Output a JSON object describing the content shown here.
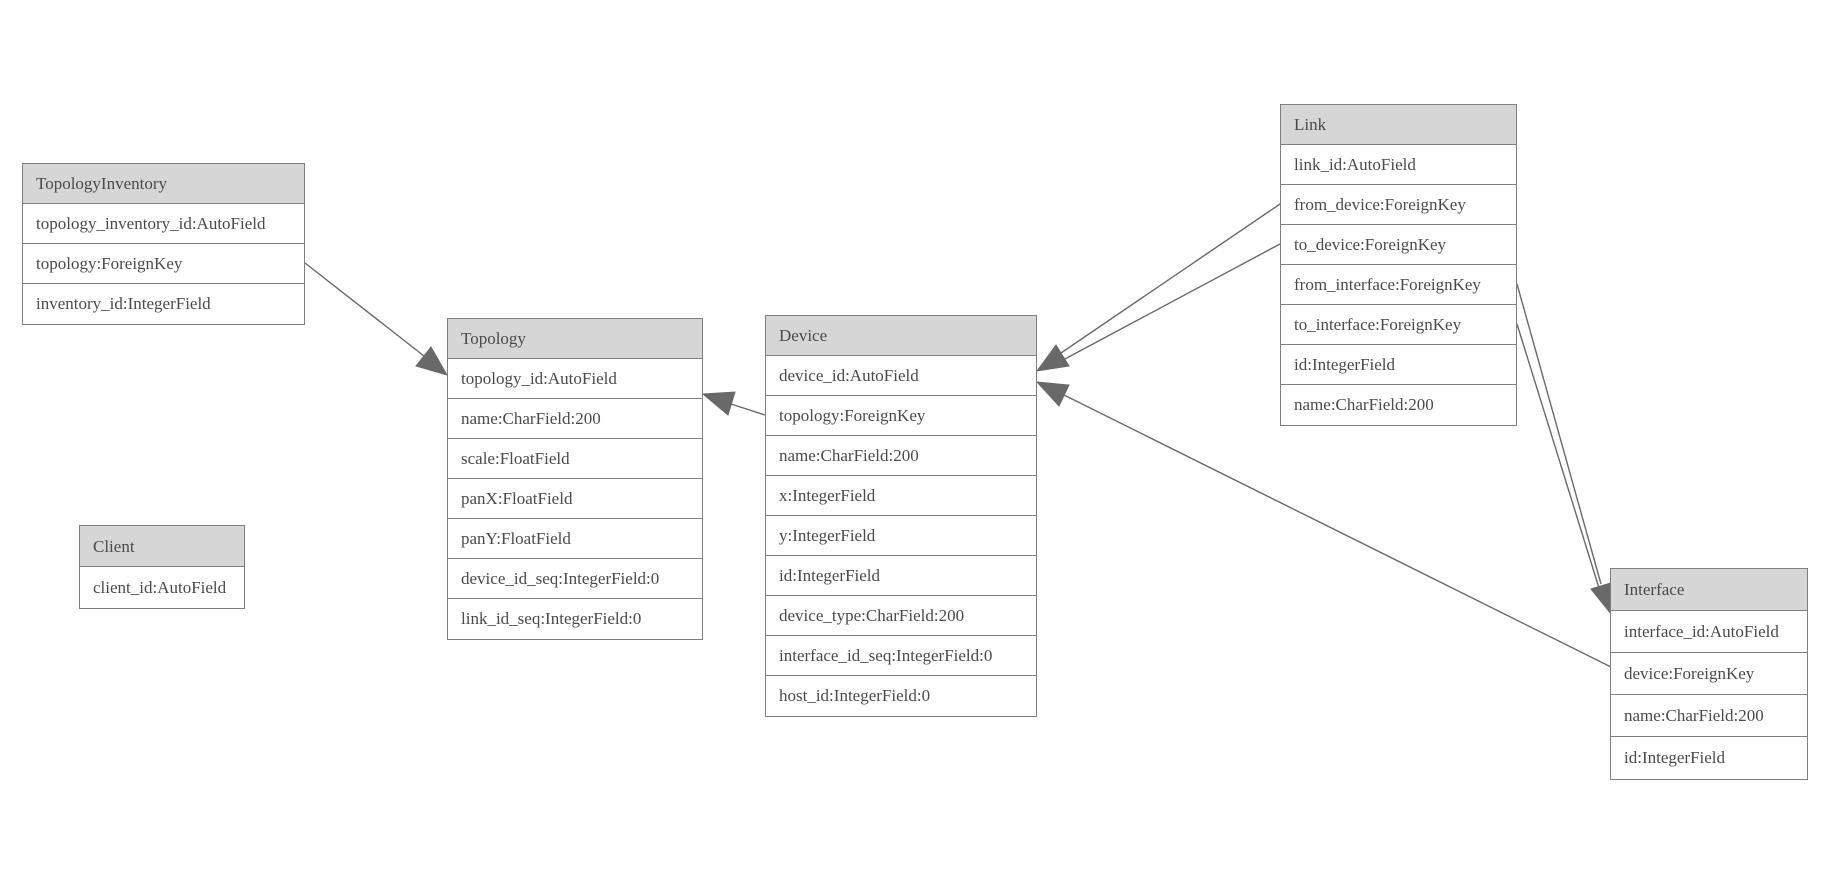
{
  "entities": [
    {
      "name": "TopologyInventory",
      "fields": [
        "topology_inventory_id:AutoField",
        "topology:ForeignKey",
        "inventory_id:IntegerField"
      ]
    },
    {
      "name": "Topology",
      "fields": [
        "topology_id:AutoField",
        "name:CharField:200",
        "scale:FloatField",
        "panX:FloatField",
        "panY:FloatField",
        "device_id_seq:IntegerField:0",
        "link_id_seq:IntegerField:0"
      ]
    },
    {
      "name": "Client",
      "fields": [
        "client_id:AutoField"
      ]
    },
    {
      "name": "Device",
      "fields": [
        "device_id:AutoField",
        "topology:ForeignKey",
        "name:CharField:200",
        "x:IntegerField",
        "y:IntegerField",
        "id:IntegerField",
        "device_type:CharField:200",
        "interface_id_seq:IntegerField:0",
        "host_id:IntegerField:0"
      ]
    },
    {
      "name": "Link",
      "fields": [
        "link_id:AutoField",
        "from_device:ForeignKey",
        "to_device:ForeignKey",
        "from_interface:ForeignKey",
        "to_interface:ForeignKey",
        "id:IntegerField",
        "name:CharField:200"
      ]
    },
    {
      "name": "Interface",
      "fields": [
        "interface_id:AutoField",
        "device:ForeignKey",
        "name:CharField:200",
        "id:IntegerField"
      ]
    }
  ],
  "relationships": [
    {
      "from": "TopologyInventory.topology",
      "to": "Topology"
    },
    {
      "from": "Device.topology",
      "to": "Topology"
    },
    {
      "from": "Link.from_device",
      "to": "Device"
    },
    {
      "from": "Link.to_device",
      "to": "Device"
    },
    {
      "from": "Link.from_interface",
      "to": "Interface"
    },
    {
      "from": "Link.to_interface",
      "to": "Interface"
    },
    {
      "from": "Interface.device",
      "to": "Device"
    }
  ],
  "colors": {
    "background": "#ffffff",
    "header_fill": "#d6d6d6",
    "border": "#7f7f7f",
    "text": "#4a4a4a",
    "connector": "#696969"
  }
}
